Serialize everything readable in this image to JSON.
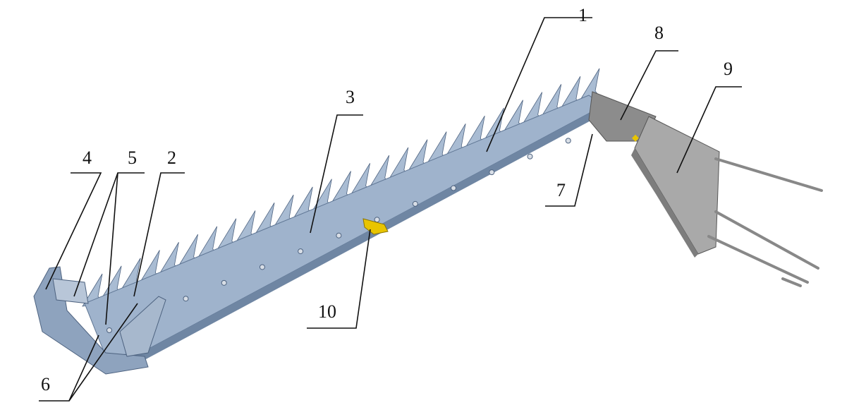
{
  "diagram": {
    "labels": [
      {
        "id": "1",
        "text": "1"
      },
      {
        "id": "2",
        "text": "2"
      },
      {
        "id": "3",
        "text": "3"
      },
      {
        "id": "4",
        "text": "4"
      },
      {
        "id": "5",
        "text": "5"
      },
      {
        "id": "6",
        "text": "6"
      },
      {
        "id": "7",
        "text": "7"
      },
      {
        "id": "8",
        "text": "8"
      },
      {
        "id": "9",
        "text": "9"
      },
      {
        "id": "10",
        "text": "10"
      }
    ],
    "colors": {
      "blade": "#9fb3cc",
      "blade_dark": "#6f86a3",
      "teeth": "#a9bcd3",
      "frame": "#a9a9a9",
      "frame_dark": "#7d7d7d",
      "bracket": "#e8c400"
    }
  }
}
